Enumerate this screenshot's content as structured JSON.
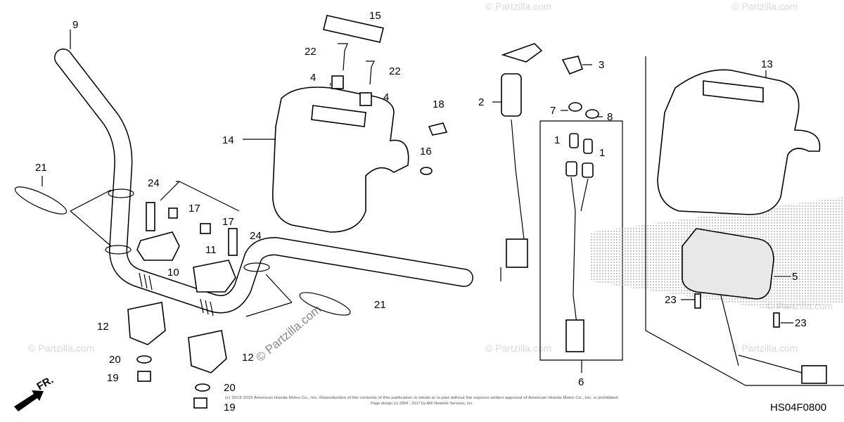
{
  "diagram": {
    "code": "HS04F0800",
    "watermark": "© Partzilla.com",
    "direction_label": "FR.",
    "copyright_line1": "(c) 2013-2015 American Honda Motor Co., Inc. Reproduction of the contents of this publication in whole or in part without the express written approval of American Honda Motor Co., Inc. is prohibited.",
    "copyright_line2": "Page design (c) 2004 - 2017 by ARI Network Services, Inc.",
    "callouts": {
      "c1a": "1",
      "c1b": "1",
      "c2": "2",
      "c3": "3",
      "c4a": "4",
      "c4b": "4",
      "c5": "5",
      "c6": "6",
      "c7": "7",
      "c8": "8",
      "c9": "9",
      "c10": "10",
      "c11": "11",
      "c12a": "12",
      "c12b": "12",
      "c13": "13",
      "c14": "14",
      "c15": "15",
      "c16": "16",
      "c17a": "17",
      "c17b": "17",
      "c18": "18",
      "c19a": "19",
      "c19b": "19",
      "c20a": "20",
      "c20b": "20",
      "c21a": "21",
      "c21b": "21",
      "c22a": "22",
      "c22b": "22",
      "c23a": "23",
      "c23b": "23",
      "c24a": "24",
      "c24b": "24"
    }
  }
}
